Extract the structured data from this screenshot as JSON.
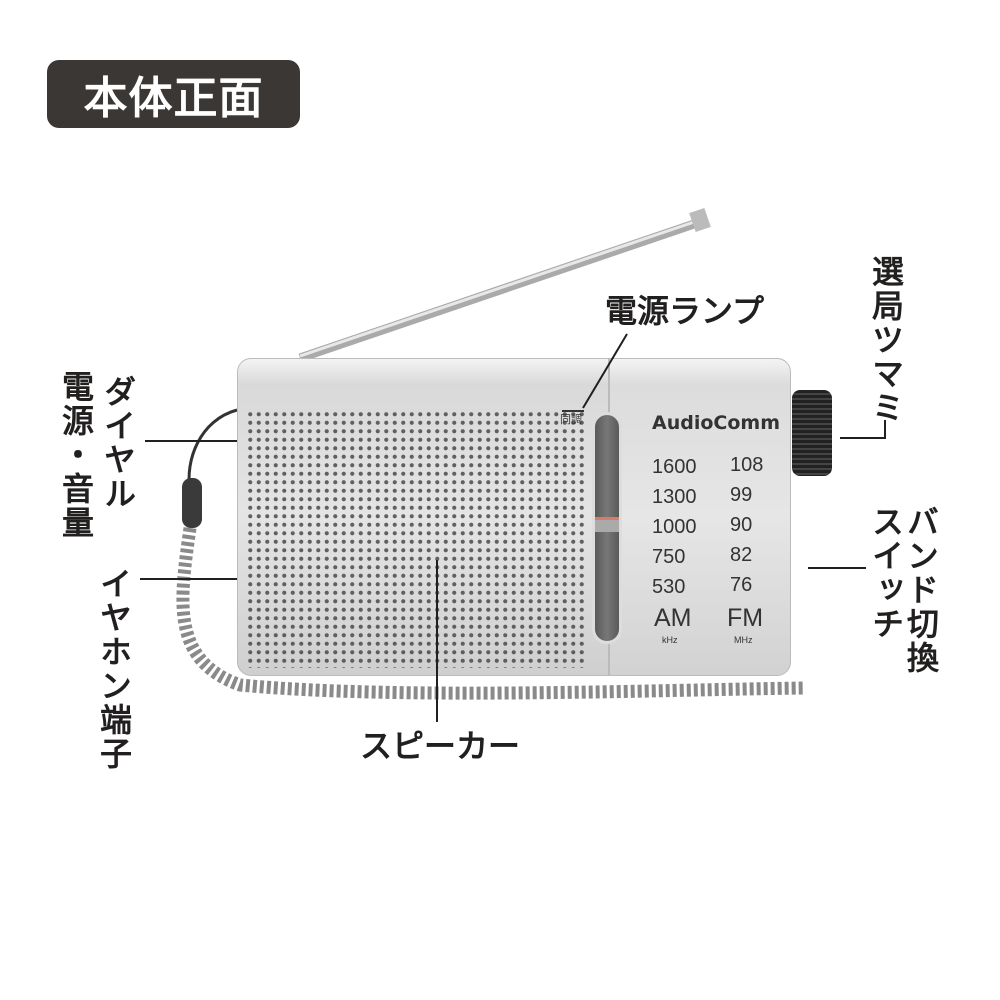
{
  "title": "本体正面",
  "labels": {
    "power_lamp": "電源ランプ",
    "tuning_knob": "選局ツマミ",
    "band_switch_1": "バンド切換",
    "band_switch_2": "スイッチ",
    "dial": "ダイヤル",
    "power_volume": "電源・音量",
    "earphone": "イヤホン端子",
    "speaker": "スピーカー"
  },
  "radio": {
    "brand": "AudioComm",
    "tuning_label": "同調",
    "am_freqs": [
      "1600",
      "1300",
      "1000",
      "750",
      "530"
    ],
    "fm_freqs": [
      "108",
      "99",
      "90",
      "82",
      "76"
    ],
    "am": "AM",
    "am_unit": "kHz",
    "fm": "FM",
    "fm_unit": "MHz"
  }
}
